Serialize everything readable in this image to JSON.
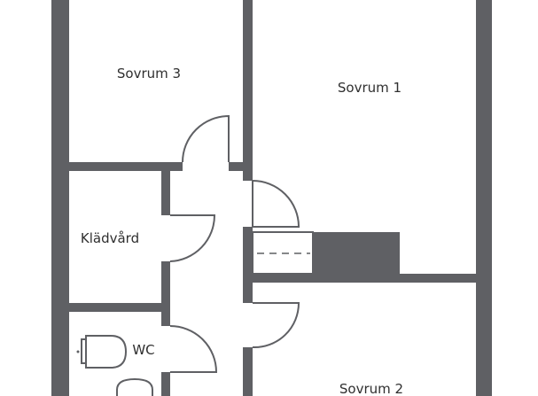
{
  "rooms": {
    "sovrum3": "Sovrum 3",
    "sovrum1": "Sovrum 1",
    "kladvard": "Klädvård",
    "wc": "WC",
    "sovrum2": "Sovrum 2"
  },
  "colors": {
    "wall": "#5f6064",
    "background": "#ffffff",
    "text": "#2f2f2f"
  }
}
